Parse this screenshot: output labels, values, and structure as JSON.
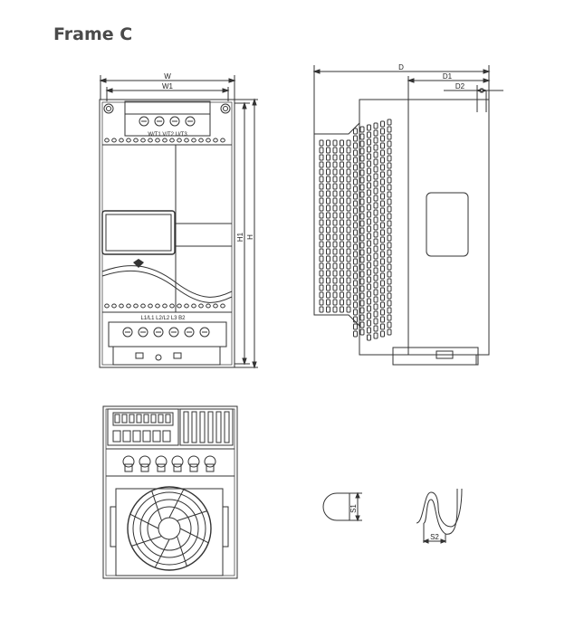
{
  "title": "Frame C",
  "front_view": {
    "dim_w": "W",
    "dim_w1": "W1",
    "dim_h": "H",
    "dim_h1": "H1",
    "top_terminals": "W/T1  V/T2  U/T3",
    "bottom_terminals": "L1/L1  L2/L2  L3  B2"
  },
  "side_view": {
    "dim_d": "D",
    "dim_d1": "D1",
    "dim_d2": "D2"
  },
  "detail_s1": {
    "label": "S1"
  },
  "detail_s2": {
    "label": "S2"
  }
}
